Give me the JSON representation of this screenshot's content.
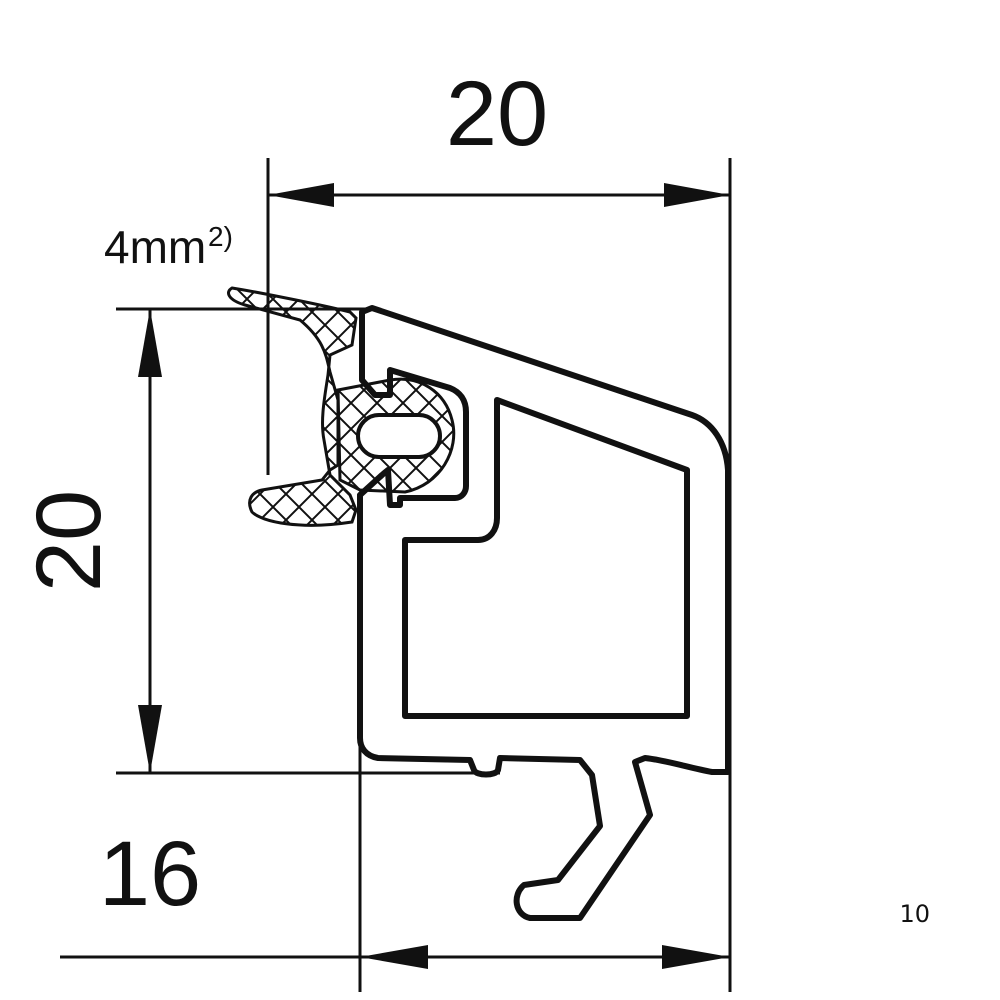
{
  "dimensions": {
    "top_width": "20",
    "left_height": "20",
    "bottom_width": "16",
    "seal_label": "4mm",
    "seal_superscript": "2)"
  },
  "page_number": "10",
  "colors": {
    "line": "#111111",
    "background": "#ffffff"
  }
}
